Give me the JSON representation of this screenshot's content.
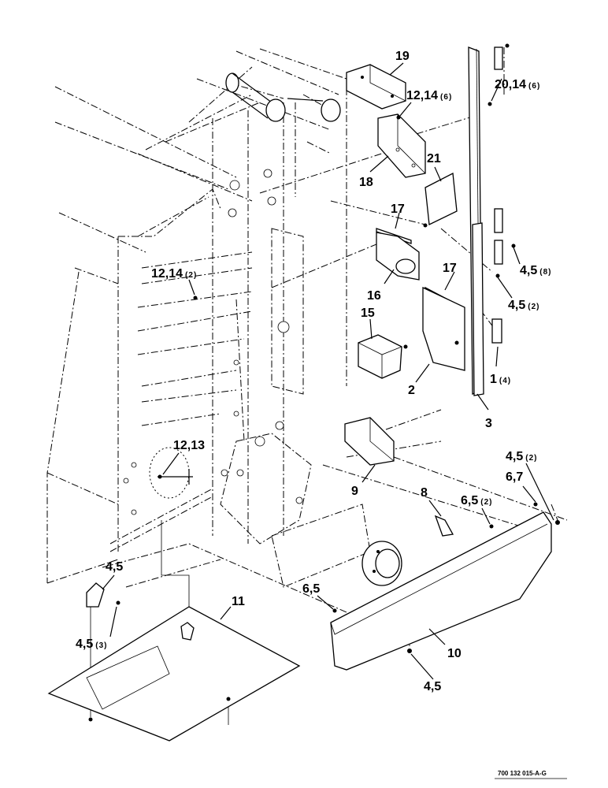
{
  "callouts": [
    {
      "id": "c19",
      "num": "19",
      "qty": ""
    },
    {
      "id": "c12a",
      "num": "12,14",
      "qty": "(6)"
    },
    {
      "id": "c20",
      "num": "20,14",
      "qty": "(6)"
    },
    {
      "id": "c18",
      "num": "18",
      "qty": ""
    },
    {
      "id": "c21",
      "num": "21",
      "qty": ""
    },
    {
      "id": "c17a",
      "num": "17",
      "qty": ""
    },
    {
      "id": "c17b",
      "num": "17",
      "qty": ""
    },
    {
      "id": "c45a",
      "num": "4,5",
      "qty": "(8)"
    },
    {
      "id": "c45b",
      "num": "4,5",
      "qty": "(2)"
    },
    {
      "id": "c12b",
      "num": "12,14",
      "qty": "(2)"
    },
    {
      "id": "c16",
      "num": "16",
      "qty": ""
    },
    {
      "id": "c15",
      "num": "15",
      "qty": ""
    },
    {
      "id": "c1",
      "num": "1",
      "qty": "(4)"
    },
    {
      "id": "c2",
      "num": "2",
      "qty": ""
    },
    {
      "id": "c3",
      "num": "3",
      "qty": ""
    },
    {
      "id": "c1213",
      "num": "12,13",
      "qty": ""
    },
    {
      "id": "c9",
      "num": "9",
      "qty": ""
    },
    {
      "id": "c45c",
      "num": "4,5",
      "qty": "(2)"
    },
    {
      "id": "c67",
      "num": "6,7",
      "qty": ""
    },
    {
      "id": "c8",
      "num": "8",
      "qty": ""
    },
    {
      "id": "c65a",
      "num": "6,5",
      "qty": "(2)"
    },
    {
      "id": "c45d",
      "num": "4,5",
      "qty": ""
    },
    {
      "id": "c11",
      "num": "11",
      "qty": ""
    },
    {
      "id": "c65b",
      "num": "6,5",
      "qty": ""
    },
    {
      "id": "c45e",
      "num": "4,5",
      "qty": "(3)"
    },
    {
      "id": "c10",
      "num": "10",
      "qty": ""
    },
    {
      "id": "c45f",
      "num": "4,5",
      "qty": ""
    }
  ],
  "drawing_code": "700 132 015-A-G"
}
